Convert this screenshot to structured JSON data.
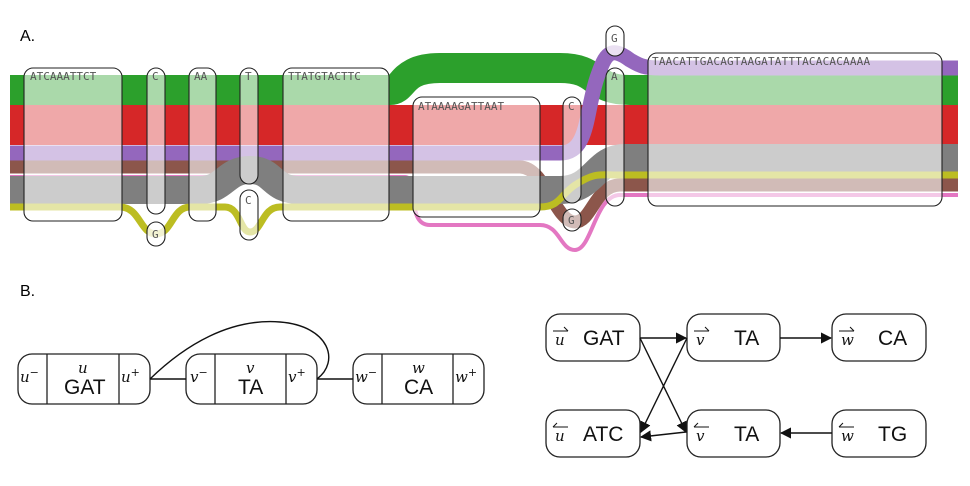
{
  "panel_a": {
    "label": "A.",
    "nodes": {
      "n1": "ATCAAATTCT",
      "n2": "C",
      "n3": "G",
      "n4": "AA",
      "n5": "T",
      "n6": "C",
      "n7": "TTATGTACTTC",
      "n8": "ATAAAAGATTAAT",
      "n9": "C",
      "n10": "G",
      "n11": "G",
      "n12": "A",
      "n13": "TAACATTGACAGTAAGATATTTACACACAAAA"
    },
    "path_colors": {
      "green": "#2ca02c",
      "red": "#d62728",
      "purple": "#9467bd",
      "brown": "#8c564b",
      "pink": "#e377c2",
      "gray": "#7f7f7f",
      "olive": "#bcbd22"
    }
  },
  "panel_b": {
    "label": "B.",
    "bidirected": {
      "u": {
        "var": "u",
        "seq": "GAT",
        "minus": "u",
        "plus": "u"
      },
      "v": {
        "var": "v",
        "seq": "TA",
        "minus": "v",
        "plus": "v"
      },
      "w": {
        "var": "w",
        "seq": "CA",
        "minus": "w",
        "plus": "w"
      },
      "sup_minus": "−",
      "sup_plus": "+"
    },
    "directed": {
      "u_fwd": {
        "var": "u",
        "seq": "GAT"
      },
      "v_fwd": {
        "var": "v",
        "seq": "TA"
      },
      "w_fwd": {
        "var": "w",
        "seq": "CA"
      },
      "u_rev": {
        "var": "u",
        "seq": "ATC"
      },
      "v_rev": {
        "var": "v",
        "seq": "TA"
      },
      "w_rev": {
        "var": "w",
        "seq": "TG"
      }
    }
  }
}
